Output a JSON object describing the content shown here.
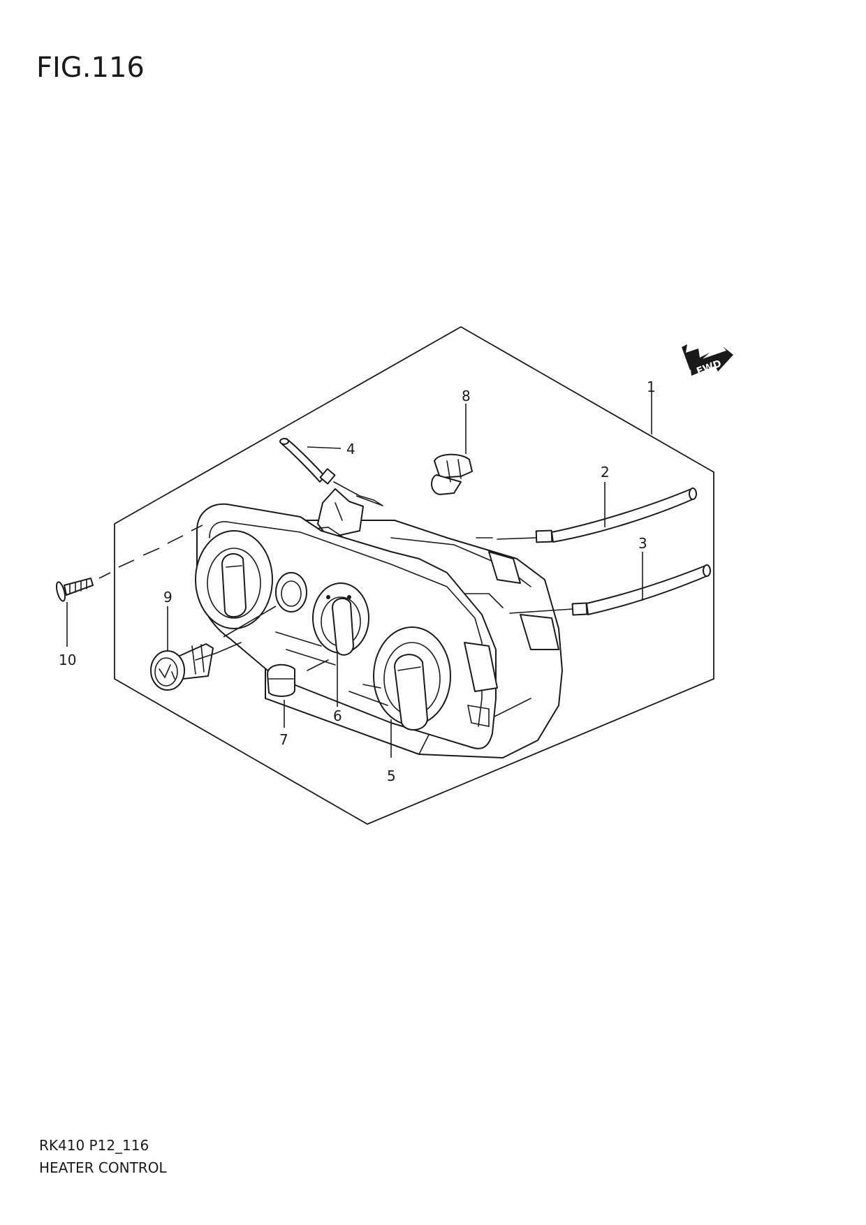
{
  "figure": {
    "title": "FIG.116"
  },
  "footer": {
    "code": "RK410 P12_116",
    "name": "HEATER CONTROL"
  },
  "direction_badge": {
    "label": "FWD"
  },
  "callouts": [
    "1",
    "2",
    "3",
    "4",
    "5",
    "6",
    "7",
    "8",
    "9",
    "10"
  ]
}
